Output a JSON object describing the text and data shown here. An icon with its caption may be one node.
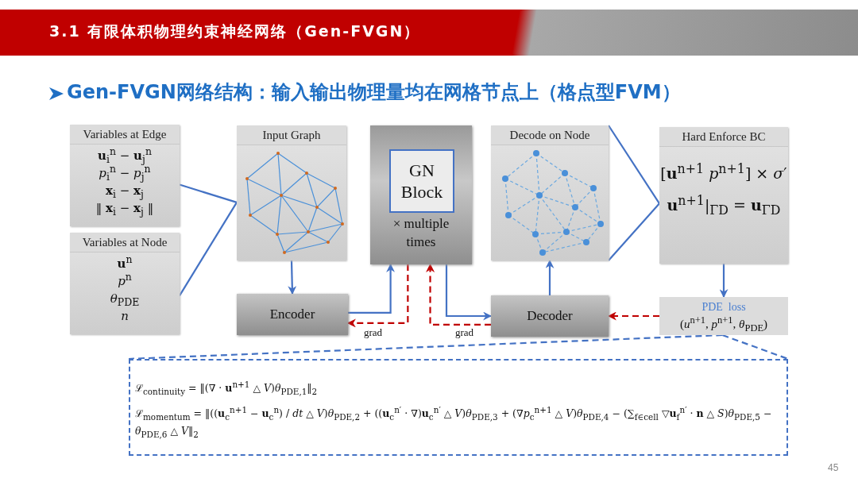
{
  "diagram": {
    "title": "3.1 有限体积物理约束神经网络（Gen-FVGN）",
    "nodes": [
      {
        "text": [
          "Variables at Edge",
          "**u**$_{i}$$^{n}$ − **u**$_{j}$$^{n}$",
          "*p*$_{i}$$^{n}$ − *p*$_{j}$$^{n}$",
          "**x**$_{i}$ − **x**$_{j}$",
          "‖ **x**$_{i}$ − **x**$_{j}$ ‖"
        ]
      },
      {
        "text": [
          "Variables at Node",
          "**u**$^{n}$",
          "*p*$^{n}$",
          "*θ*$_{PDE}$",
          "*n*"
        ]
      },
      {
        "text": [
          "Input Graph"
        ]
      },
      {
        "text": [
          "× multiple times"
        ]
      },
      {
        "text": [
          "GN Block"
        ],
        "in": 3
      },
      {
        "text": [
          "Decode on Node"
        ]
      },
      {
        "text": [
          "Hard Enforce BC",
          "[**u**$^{n+1}$ *p*$^{n+1}$] × *σ*′",
          "**u**$^{n+1}$|$_{ΓD}$ = **u**$_{ΓD}$"
        ]
      },
      {
        "text": [
          "Encoder"
        ]
      },
      {
        "text": [
          "Decoder"
        ]
      },
      {
        "text": [
          "PDE  loss",
          "(*u*$^{n+1}$, *p*$^{n+1}$, *θ*$_{PDE}$)"
        ]
      },
      {
        "text": [
          "ℒ$_{continuity}$ = ‖(∇ · **u**$^{n+1}$ △ *V*)*θ*$_{PDE,1}$‖$_{2}$",
          "ℒ$_{momentum}$ = ‖((**u**$_{c}$$^{n+1}$ − **u**$_{c}$$^{n}$) / *dt* △ *V*)*θ*$_{PDE,2}$ + ((**u**$_{c}$$^{n′}$ · ∇)**u**$_{c}$$^{n′}$ △ *V*)*θ*$_{PDE,3}$ + (∇*p*$_{c}$$^{n+1}$ △ *V*)*θ*$_{PDE,4}$ − (∑$_{f∈cell}$ ▽**u**$_{f}$$^{n′}$ · **n** △ *S*)*θ*$_{PDE,5}$ − *θ*$_{PDE,6}$ △ *V*‖$_{2}$"
        ]
      }
    ],
    "edges": [
      {
        "from": 0,
        "to": 2,
        "arrow": "none"
      },
      {
        "from": 1,
        "to": 2,
        "arrow": "none"
      },
      {
        "from": 2,
        "to": 7,
        "arrow": "to"
      },
      {
        "from": 7,
        "to": 3,
        "arrow": "to"
      },
      {
        "from": 3,
        "to": 8,
        "arrow": "to"
      },
      {
        "from": 8,
        "to": 5,
        "arrow": "to"
      },
      {
        "from": 5,
        "to": 6,
        "arrow": "none"
      },
      {
        "from": 5,
        "to": 6,
        "arrow": "none"
      },
      {
        "from": 6,
        "to": 9,
        "arrow": "to"
      },
      {
        "from": 9,
        "to": 8,
        "arrow": "to",
        "style": "dashed",
        "color": "#c00000"
      },
      {
        "from": 8,
        "to": 3,
        "arrow": "to",
        "style": "dashed",
        "color": "#c00000",
        "label": "grad"
      },
      {
        "from": 3,
        "to": 7,
        "arrow": "to",
        "style": "dashed",
        "color": "#c00000",
        "label": "grad"
      },
      {
        "from": 9,
        "to": 10,
        "arrow": "none",
        "style": "dashed"
      },
      {
        "from": 9,
        "to": 10,
        "arrow": "none",
        "style": "dashed"
      }
    ],
    "labels": [
      "Gen-FVGN网络结构：输入输出物理量均在网格节点上（格点型FVM）",
      "45"
    ]
  }
}
